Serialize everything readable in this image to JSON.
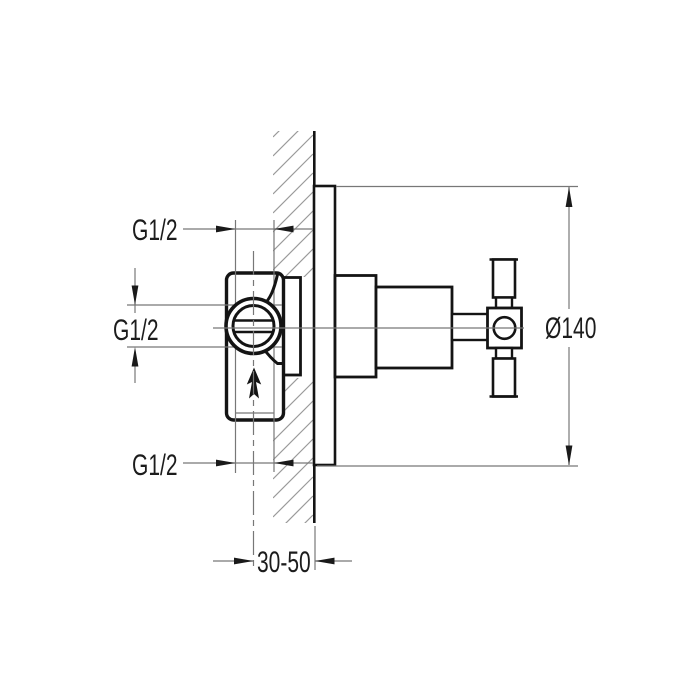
{
  "drawing": {
    "type": "technical-installation-diagram",
    "subject": "concealed-shower-valve-side-section",
    "labels": {
      "top_port_thread": "G1/2",
      "side_port_thread": "G1/2",
      "bottom_port_thread": "G1/2",
      "plate_diameter": "Ø140",
      "installation_depth_range": "30-50"
    },
    "colors": {
      "background": "#ffffff",
      "outline": "#141414",
      "thin_line": "#777777",
      "hatch": "#9a9a9a",
      "text": "#1c1c1c"
    }
  }
}
